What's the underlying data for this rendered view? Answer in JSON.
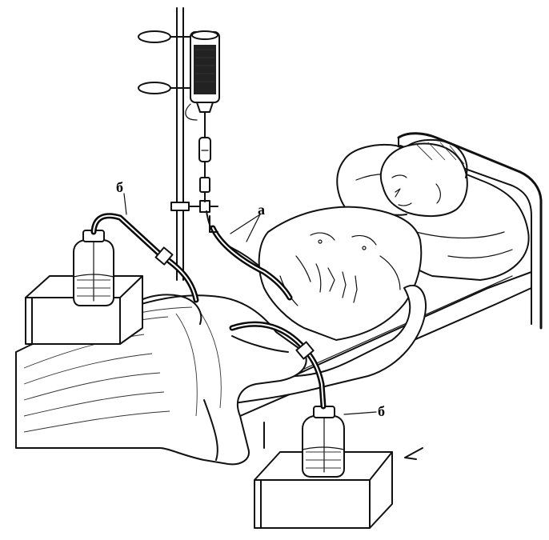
{
  "figure": {
    "labels": {
      "a": "а",
      "b_left": "б",
      "b_right": "б"
    },
    "colors": {
      "ink": "#111111",
      "background": "#ffffff"
    }
  }
}
